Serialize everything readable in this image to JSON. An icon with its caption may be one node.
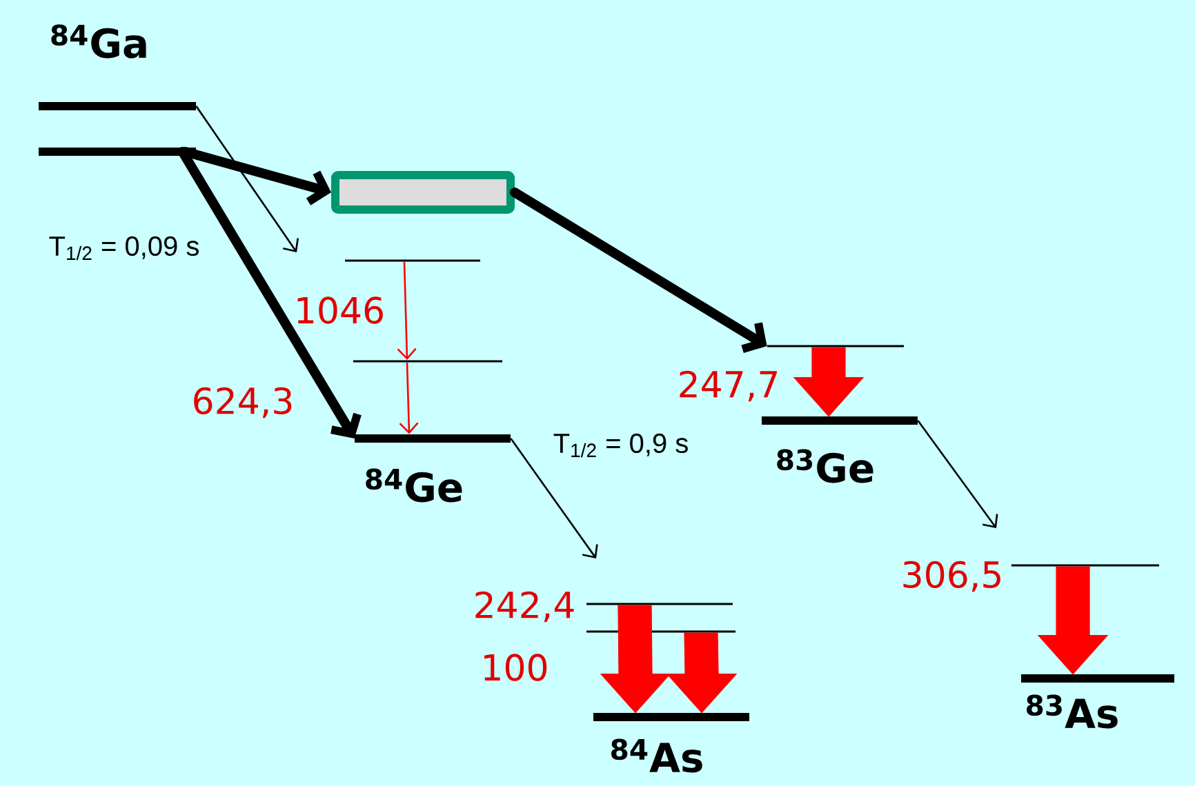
{
  "diagram": {
    "nodes": [
      {
        "text": [],
        "shape": "bar",
        "beside": [
          "$^{84}$Ga"
        ]
      },
      {
        "text": [],
        "shape": "bar"
      },
      {
        "text": [],
        "shape": "box"
      },
      {
        "text": [],
        "shape": "bar"
      },
      {
        "text": [],
        "shape": "bar"
      },
      {
        "text": [],
        "shape": "bar",
        "beside": [
          "$^{84}$Ge"
        ]
      },
      {
        "text": [],
        "shape": "bar"
      },
      {
        "text": [],
        "shape": "bar",
        "beside": [
          "$^{83}$Ge"
        ]
      },
      {
        "text": [],
        "shape": "bar"
      },
      {
        "text": [],
        "shape": "bar"
      },
      {
        "text": [],
        "shape": "bar",
        "beside": [
          "$^{84}$As"
        ]
      },
      {
        "text": [],
        "shape": "bar"
      },
      {
        "text": [],
        "shape": "bar",
        "beside": [
          "$^{83}$As"
        ]
      }
    ],
    "edges": [
      {
        "from": 0,
        "to": null,
        "arrow": "to"
      },
      {
        "from": 1,
        "to": 2,
        "arrow": "to",
        "style": "thick"
      },
      {
        "from": 1,
        "to": 5,
        "arrow": "to",
        "style": "thick"
      },
      {
        "from": 2,
        "to": 6,
        "arrow": "to",
        "style": "thick"
      },
      {
        "from": 3,
        "to": 4,
        "arrow": "to",
        "color": "#ff0000"
      },
      {
        "from": 4,
        "to": 5,
        "arrow": "to",
        "color": "#ff0000"
      },
      {
        "from": 6,
        "to": 7,
        "arrow": "to",
        "style": "thick",
        "color": "#ff0000"
      },
      {
        "from": 8,
        "to": 10,
        "arrow": "to",
        "style": "thick",
        "color": "#ff0000"
      },
      {
        "from": 9,
        "to": 10,
        "arrow": "to",
        "style": "thick",
        "color": "#ff0000"
      },
      {
        "from": 11,
        "to": 12,
        "arrow": "to",
        "style": "thick",
        "color": "#ff0000"
      },
      {
        "from": 5,
        "to": null,
        "arrow": "to"
      },
      {
        "from": 7,
        "to": null,
        "arrow": "to"
      }
    ],
    "labels": [
      "T$_{1/2}$ = 0,09 s",
      "1046",
      "624,3",
      "T$_{1/2}$ = 0,9 s",
      "247,7",
      "242,4",
      "100",
      "306,5"
    ]
  }
}
